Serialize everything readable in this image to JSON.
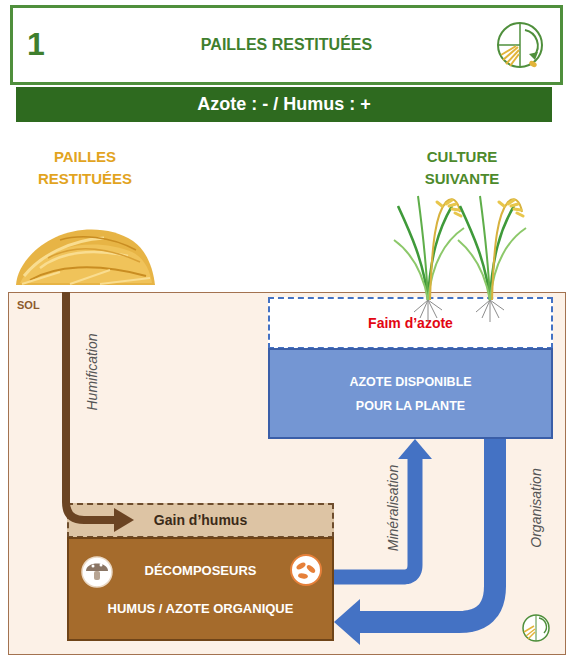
{
  "diagram": {
    "nodes": [
      {
        "text": [
          "1",
          "PAILLES RESTITUÉES"
        ]
      },
      {
        "text": [
          "Azote : - / Humus : +"
        ]
      },
      {
        "text": [
          "SOL"
        ]
      },
      {
        "text": [
          "Faim d’azote"
        ],
        "in": 2
      },
      {
        "text": [
          "AZOTE DISPONIBLE POUR LA PLANTE"
        ],
        "in": 2
      },
      {
        "text": [
          "Gain d’humus"
        ],
        "in": 2
      },
      {
        "text": [
          "DÉCOMPOSEURS",
          "HUMUS / AZOTE ORGANIQUE"
        ],
        "in": 2
      }
    ],
    "edges": [
      {
        "from": 6,
        "to": 4,
        "arrow": "to",
        "label": "Minéralisation"
      },
      {
        "from": 4,
        "to": 6,
        "arrow": "to",
        "label": "Organisation"
      }
    ],
    "labels": [
      "PAILLES RESTITUÉES",
      "CULTURE SUIVANTE",
      "Humification"
    ]
  }
}
